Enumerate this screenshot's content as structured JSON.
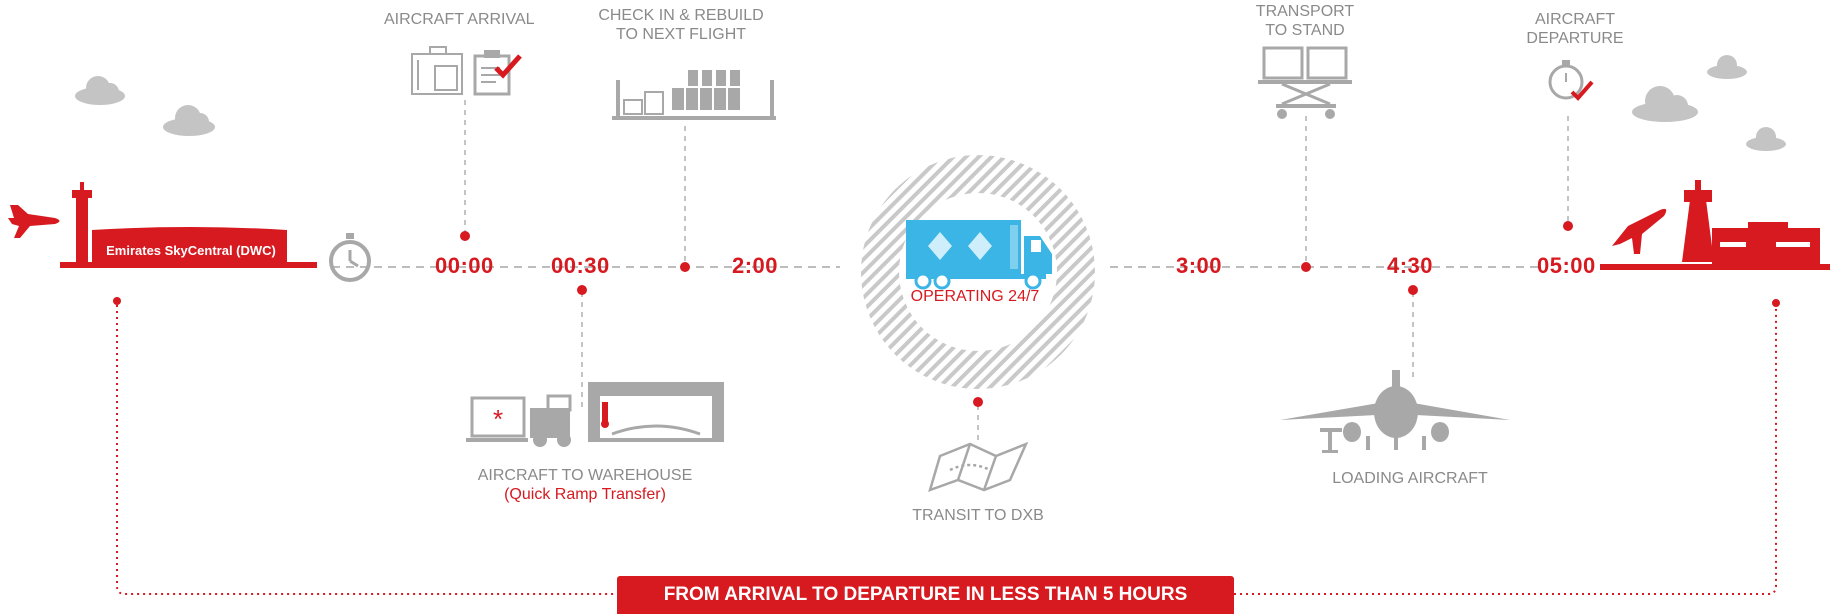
{
  "steps": {
    "aircraft_arrival": "AIRCRAFT ARRIVAL",
    "check_in_line1": "CHECK IN & REBUILD",
    "check_in_line2": "TO NEXT FLIGHT",
    "transport_line1": "TRANSPORT",
    "transport_line2": "TO STAND",
    "departure_line1": "AIRCRAFT",
    "departure_line2": "DEPARTURE",
    "aircraft_to_warehouse": "AIRCRAFT TO WAREHOUSE",
    "quick_ramp": "(Quick Ramp Transfer)",
    "transit": "TRANSIT TO DXB",
    "loading": "LOADING AIRCRAFT"
  },
  "times": [
    "00:00",
    "00:30",
    "2:00",
    "3:00",
    "4:30",
    "05:00"
  ],
  "building_sign": "Emirates SkyCentral (DWC)",
  "center": {
    "operating": "OPERATING 24/7"
  },
  "banner": "FROM ARRIVAL TO DEPARTURE IN LESS THAN 5 HOURS",
  "colors": {
    "accent": "#d71920",
    "grey": "#8a8a8a",
    "light_grey": "#c4c4c4",
    "truck": "#3bb5e6"
  },
  "icons": [
    "cloud-icon",
    "plane-icon",
    "control-tower-icon",
    "stopwatch-icon",
    "cargo-container-icon",
    "clipboard-check-icon",
    "warehouse-racks-icon",
    "scissor-lift-icon",
    "reefer-truck-icon",
    "hangar-icon",
    "map-icon",
    "airliner-icon"
  ]
}
